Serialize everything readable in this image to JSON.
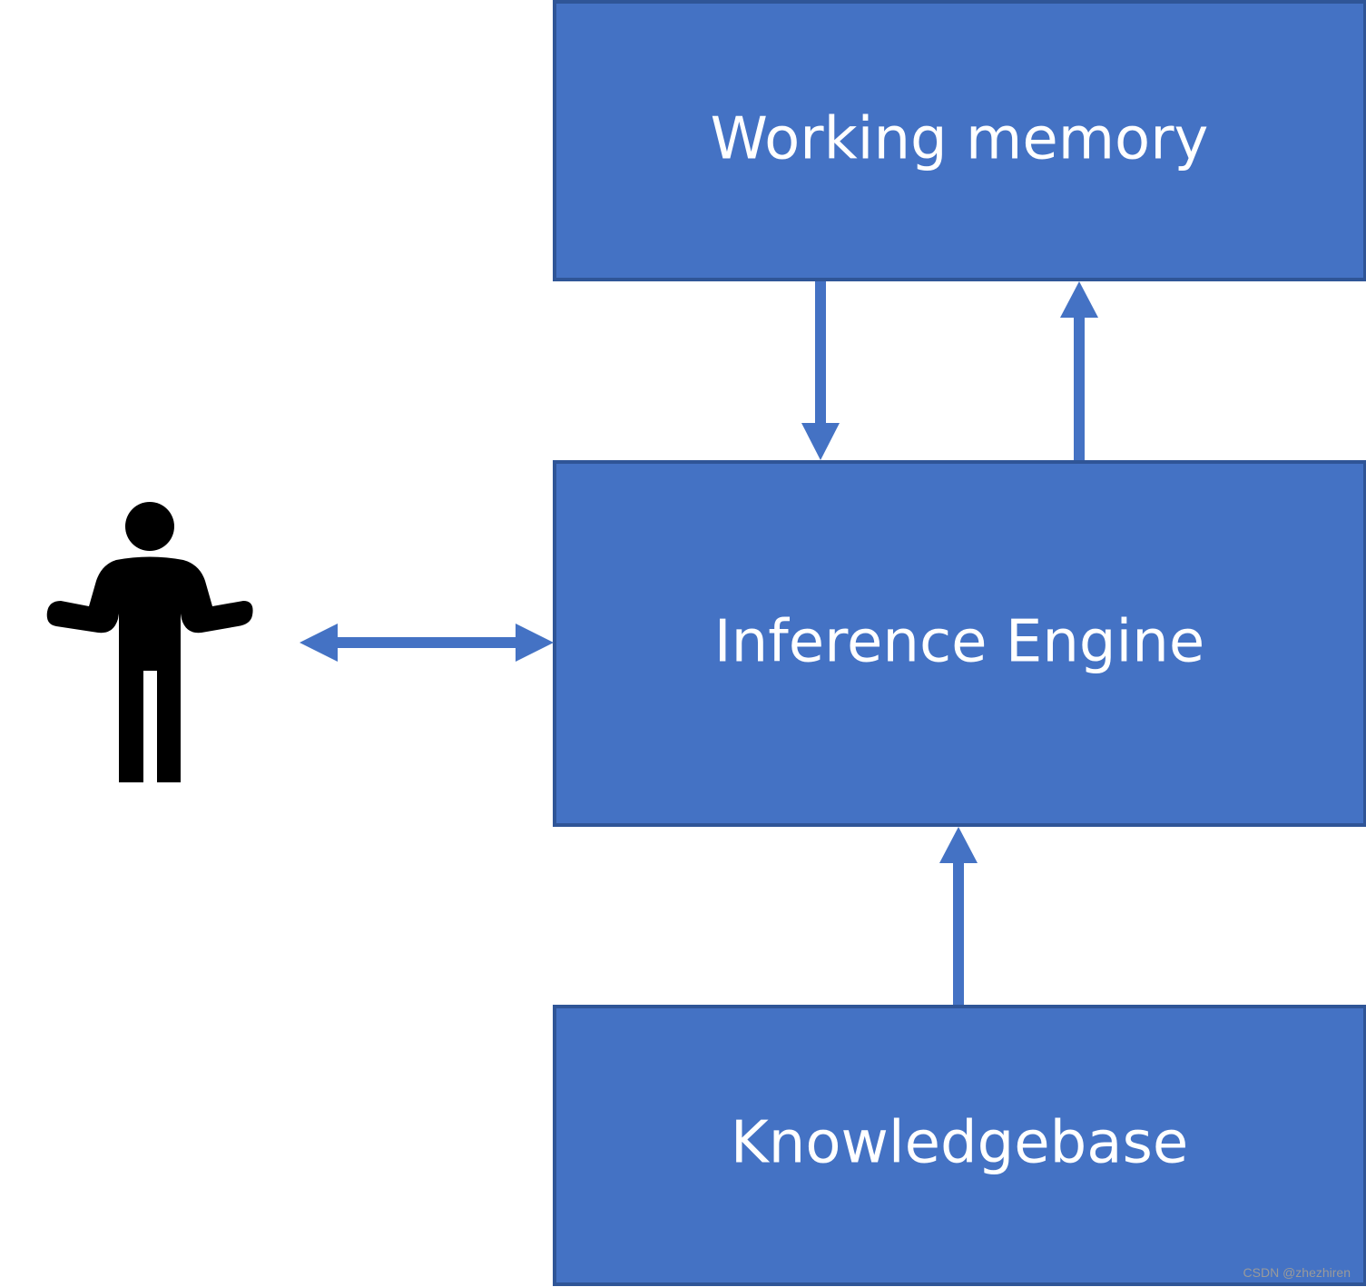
{
  "colors": {
    "box_fill": "#4472C4",
    "box_stroke": "#2F5597",
    "arrow": "#4472C4",
    "user_icon": "#000000",
    "label_text": "#FFFFFF"
  },
  "boxes": {
    "working_memory": "Working memory",
    "inference_engine": "Inference Engine",
    "knowledgebase": "Knowledgebase"
  },
  "icons": {
    "user": "person-shrugging-icon"
  },
  "connectors": [
    {
      "from": "working_memory",
      "to": "inference_engine",
      "direction": "one-way"
    },
    {
      "from": "inference_engine",
      "to": "working_memory",
      "direction": "one-way"
    },
    {
      "from": "knowledgebase",
      "to": "inference_engine",
      "direction": "one-way"
    },
    {
      "from": "user",
      "to": "inference_engine",
      "direction": "two-way"
    }
  ],
  "watermark": "CSDN @zhezhiren"
}
